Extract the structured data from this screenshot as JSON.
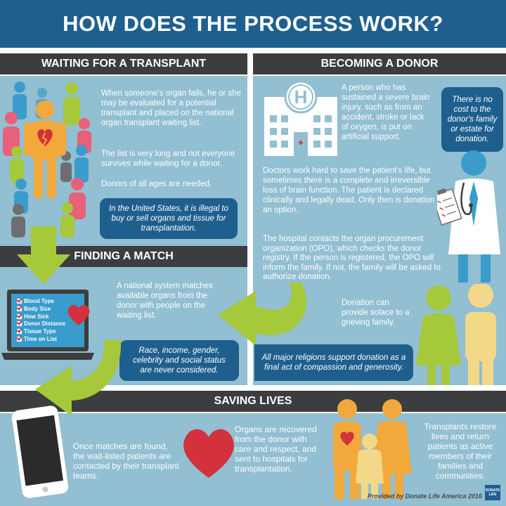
{
  "title": "HOW DOES THE PROCESS WORK?",
  "sections": {
    "waiting": {
      "heading": "WAITING FOR A TRANSPLANT",
      "p1": "When someone's organ fails, he or she may be evaluated for a potential transplant and placed on the national organ transplant waiting list.",
      "p2": "The list is very long and not everyone survives while waiting for a donor.",
      "p3": "Donors of all ages are needed.",
      "callout": "In the United States, it is illegal to buy or sell organs and tissue for transplantation."
    },
    "donor": {
      "heading": "BECOMING A DONOR",
      "hospital_letter": "H",
      "p1": "A person who has sustained a severe brain injury, such as from an accident, stroke or lack of oxygen, is put on artificial support.",
      "cost_callout": "There is no cost to the donor's family or estate for donation.",
      "p2": "Doctors work hard to save the patient's life, but sometimes there is a complete and irreversible loss of brain function. The patient is declared clinically and legally dead. Only then is donation an option.",
      "p3": "The hospital contacts the organ procurement organization (OPO), which checks the donor registry. If the person is registered, the OPO will inform the family. If not, the family will be asked to authorize donation.",
      "p4": "Donation can provide solace to a grieving family.",
      "religion_callout": "All major religions support donation as a final act of compassion and generosity."
    },
    "match": {
      "heading": "FINDING A MATCH",
      "p1": "A national system matches available organs from the donor with people on the waiting list.",
      "checklist": [
        "Blood Type",
        "Body Size",
        "How Sick",
        "Donor Distance",
        "Tissue Type",
        "Time on List"
      ],
      "callout": "Race, income, gender, celebrity and social status are never considered."
    },
    "saving": {
      "heading": "SAVING LIVES",
      "p1": "Once matches are found, the wait-listed patients are contacted by their transplant teams.",
      "p2": "Organs are recovered from the donor with care and respect, and sent to hospitals for transplantation.",
      "p3": "Transplants restore lives and return patients as active members of their families and communities."
    }
  },
  "footer": "Provided by Donate Life America 2016",
  "logo_text": "DONATE LIFE",
  "colors": {
    "navy": "#1f5f8e",
    "panel": "#92bfd1",
    "dark_bar": "#3c3d3e",
    "green_arrow": "#a6c83b",
    "heart_red": "#d3323c",
    "orange": "#f2a93b",
    "yellow": "#f3d889"
  }
}
